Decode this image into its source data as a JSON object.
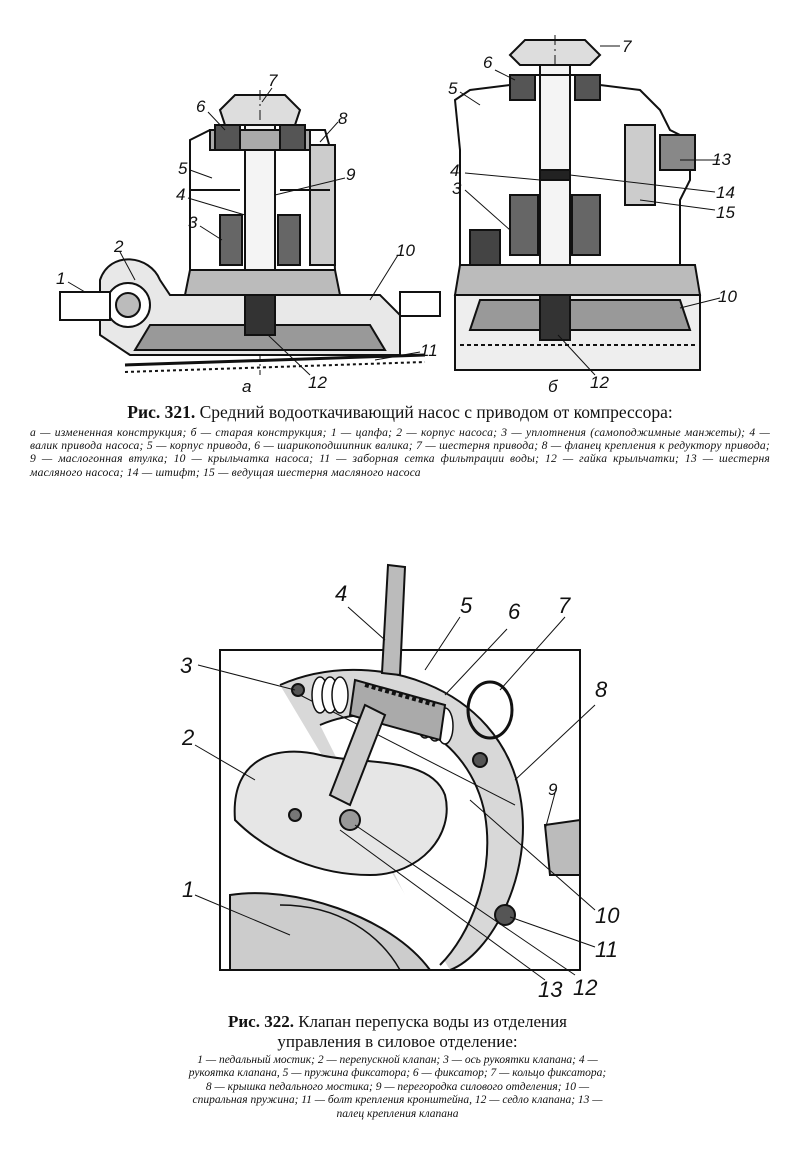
{
  "figure321": {
    "view_a_label": "а",
    "view_b_label": "б",
    "left_labels": [
      "7",
      "6",
      "8",
      "5",
      "9",
      "4",
      "3",
      "2",
      "10",
      "1",
      "11",
      "12"
    ],
    "right_labels": [
      "7",
      "6",
      "5",
      "13",
      "4",
      "14",
      "3",
      "15",
      "10",
      "12"
    ],
    "caption_prefix": "Рис. 321.",
    "caption_title": "Средний водооткачивающий насос с приводом от компрессора:",
    "legend": "а — измененная конструкция; б — старая конструкция; 1 — цапфа; 2 — корпус насоса; 3 — уплотнения (самоподжимные манжеты); 4 — валик привода насоса; 5 — корпус привода, 6 — шарикоподшипник валика; 7 — шестерня привода; 8 — фланец крепления к редуктору привода; 9 — маслогонная втулка; 10 — крыльчатка насоса; 11 — заборная сетка фильтрации воды; 12 — гайка крыльчатки; 13 — шестерня масляного насоса; 14 — штифт; 15 — ведущая шестерня масляного насоса"
  },
  "figure322": {
    "labels": [
      "4",
      "5",
      "6",
      "7",
      "3",
      "8",
      "2",
      "9",
      "1",
      "10",
      "11",
      "12",
      "13"
    ],
    "caption_prefix": "Рис. 322.",
    "caption_title_line1": "Клапан перепуска воды из отделения",
    "caption_title_line2": "управления в силовое отделение:",
    "legend": "1 — педальный мостик; 2 — перепускной клапан; 3 — ось рукоятки клапана; 4 — рукоятка клапана, 5 — пружина фиксатора; 6 — фиксатор; 7 — кольцо фиксатора; 8 — крышка педального мостика; 9 — перегородка силового отделения; 10 — спиральная пружина; 11 — болт крепления кронштейна, 12 — седло клапана; 13 — палец крепления клапана"
  }
}
